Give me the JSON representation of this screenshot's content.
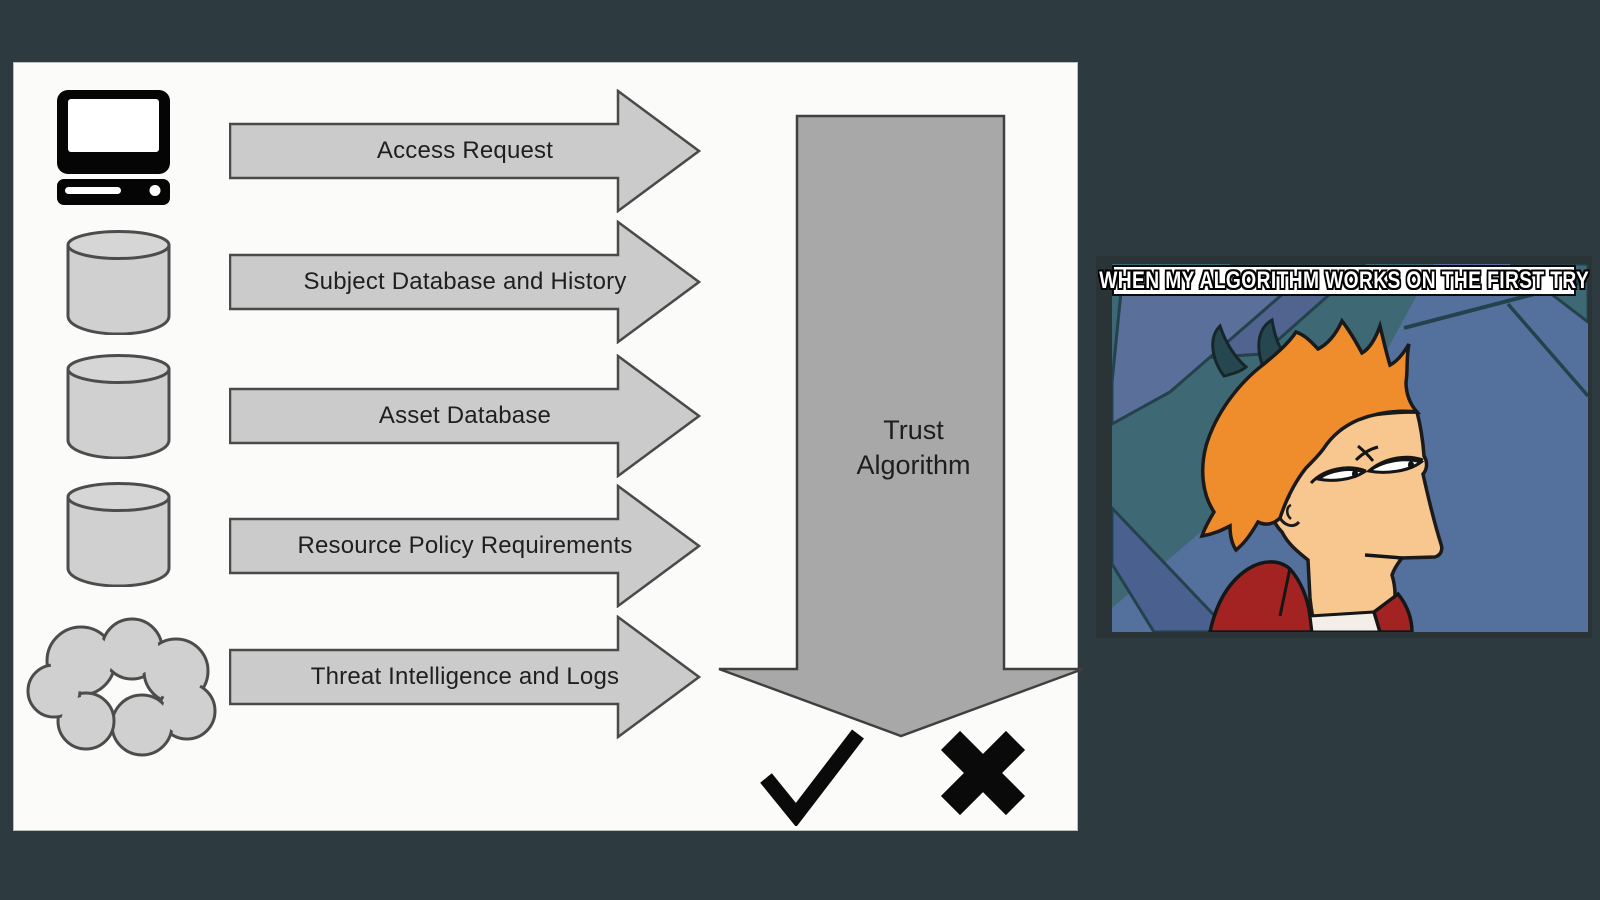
{
  "background_color": "#2d3b41",
  "diagram": {
    "inputs": [
      {
        "icon": "computer-icon",
        "label": "Access Request"
      },
      {
        "icon": "database-icon",
        "label": "Subject Database and History"
      },
      {
        "icon": "database-icon",
        "label": "Asset Database"
      },
      {
        "icon": "database-icon",
        "label": "Resource Policy Requirements"
      },
      {
        "icon": "cloud-icon",
        "label": "Threat Intelligence and Logs"
      }
    ],
    "trust_algorithm": {
      "line1": "Trust",
      "line2": "Algorithm"
    },
    "outcomes": {
      "approve_icon": "check-mark-icon",
      "deny_icon": "x-mark-icon"
    },
    "colors": {
      "panel": "#fbfbf9",
      "input_arrow_fill": "#cbcbcb",
      "input_arrow_stroke": "#4a4a4a",
      "main_arrow_fill": "#a8a8a8",
      "main_arrow_stroke": "#404040",
      "icon_fill": "#d0d0d0",
      "icon_stroke": "#4c4c4c",
      "marks": "#0a0a0a"
    }
  },
  "meme": {
    "caption": "WHEN MY ALGORITHM WORKS ON THE FIRST TRY",
    "subject": "squinting-cartoon-man-futurama-fry",
    "colors": {
      "frame": "#2a3437",
      "wall_blue": "#54709c",
      "wall_teal": "#3e6873",
      "hair": "#ef8c2c",
      "skin": "#f8c78f",
      "jacket": "#a32323",
      "shirt": "#f3efe8",
      "caption_band": "#ffffff"
    }
  }
}
